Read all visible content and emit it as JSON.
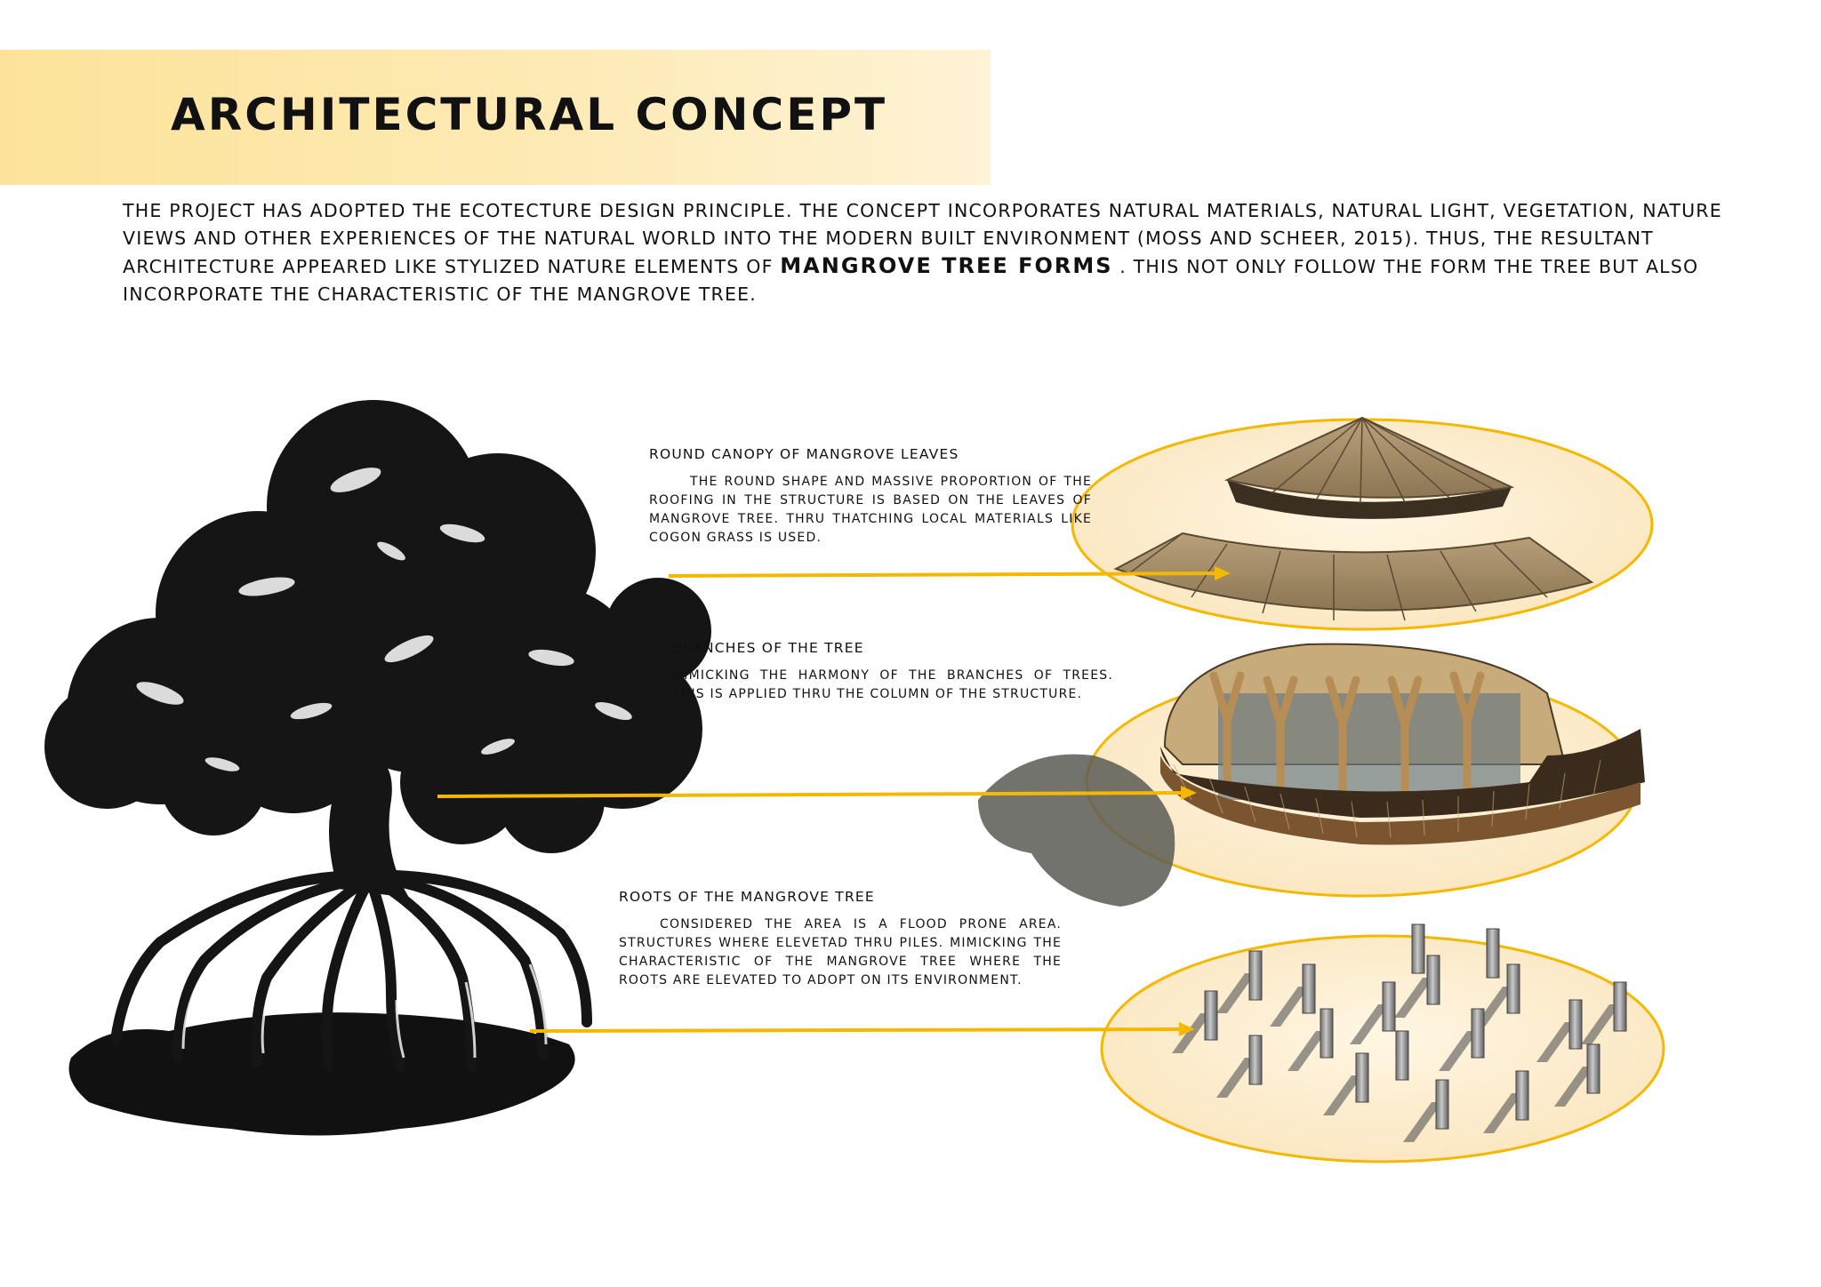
{
  "header": {
    "title": "Architectural Concept"
  },
  "intro": {
    "text_before": "The project has adopted the ecotecture design principle. The concept incorporates natural materials, natural light, vegetation, nature views and other experiences of the natural world into the modern built environment (Moss and Scheer, 2015). thus, the resultant architecture appeared like stylized nature elements of ",
    "highlight": "MANGROVE TREE FORMS",
    "text_after": " . This not only follow the form the tree but also incorporate the characteristic of the mangrove tree."
  },
  "callouts": [
    {
      "title": "Round canopy of mangrove leaves",
      "body": "The round shape and massive proportion of the roofing in the structure is based on the leaves of mangrove tree. thru thatching local materials like cogon grass is used."
    },
    {
      "title": "Branches of the tree",
      "body": "Mimicking the harmony of the branches of trees. this is applied thru the column of the structure."
    },
    {
      "title": "Roots of the mangrove tree",
      "body": "Considered the area is a flood prone area. structures where elevetad thru piles. mimicking the characteristic of the mangrove tree where the roots are elevated to adopt on its environment."
    }
  ],
  "colors": {
    "accent": "#f5b800",
    "ellipse_fill": "#fdeed0",
    "header_band": "#fde39a"
  },
  "illustrations": [
    "mangrove-tree-illustration",
    "canopy-roof-render",
    "columns-structure-render",
    "piles-render"
  ]
}
